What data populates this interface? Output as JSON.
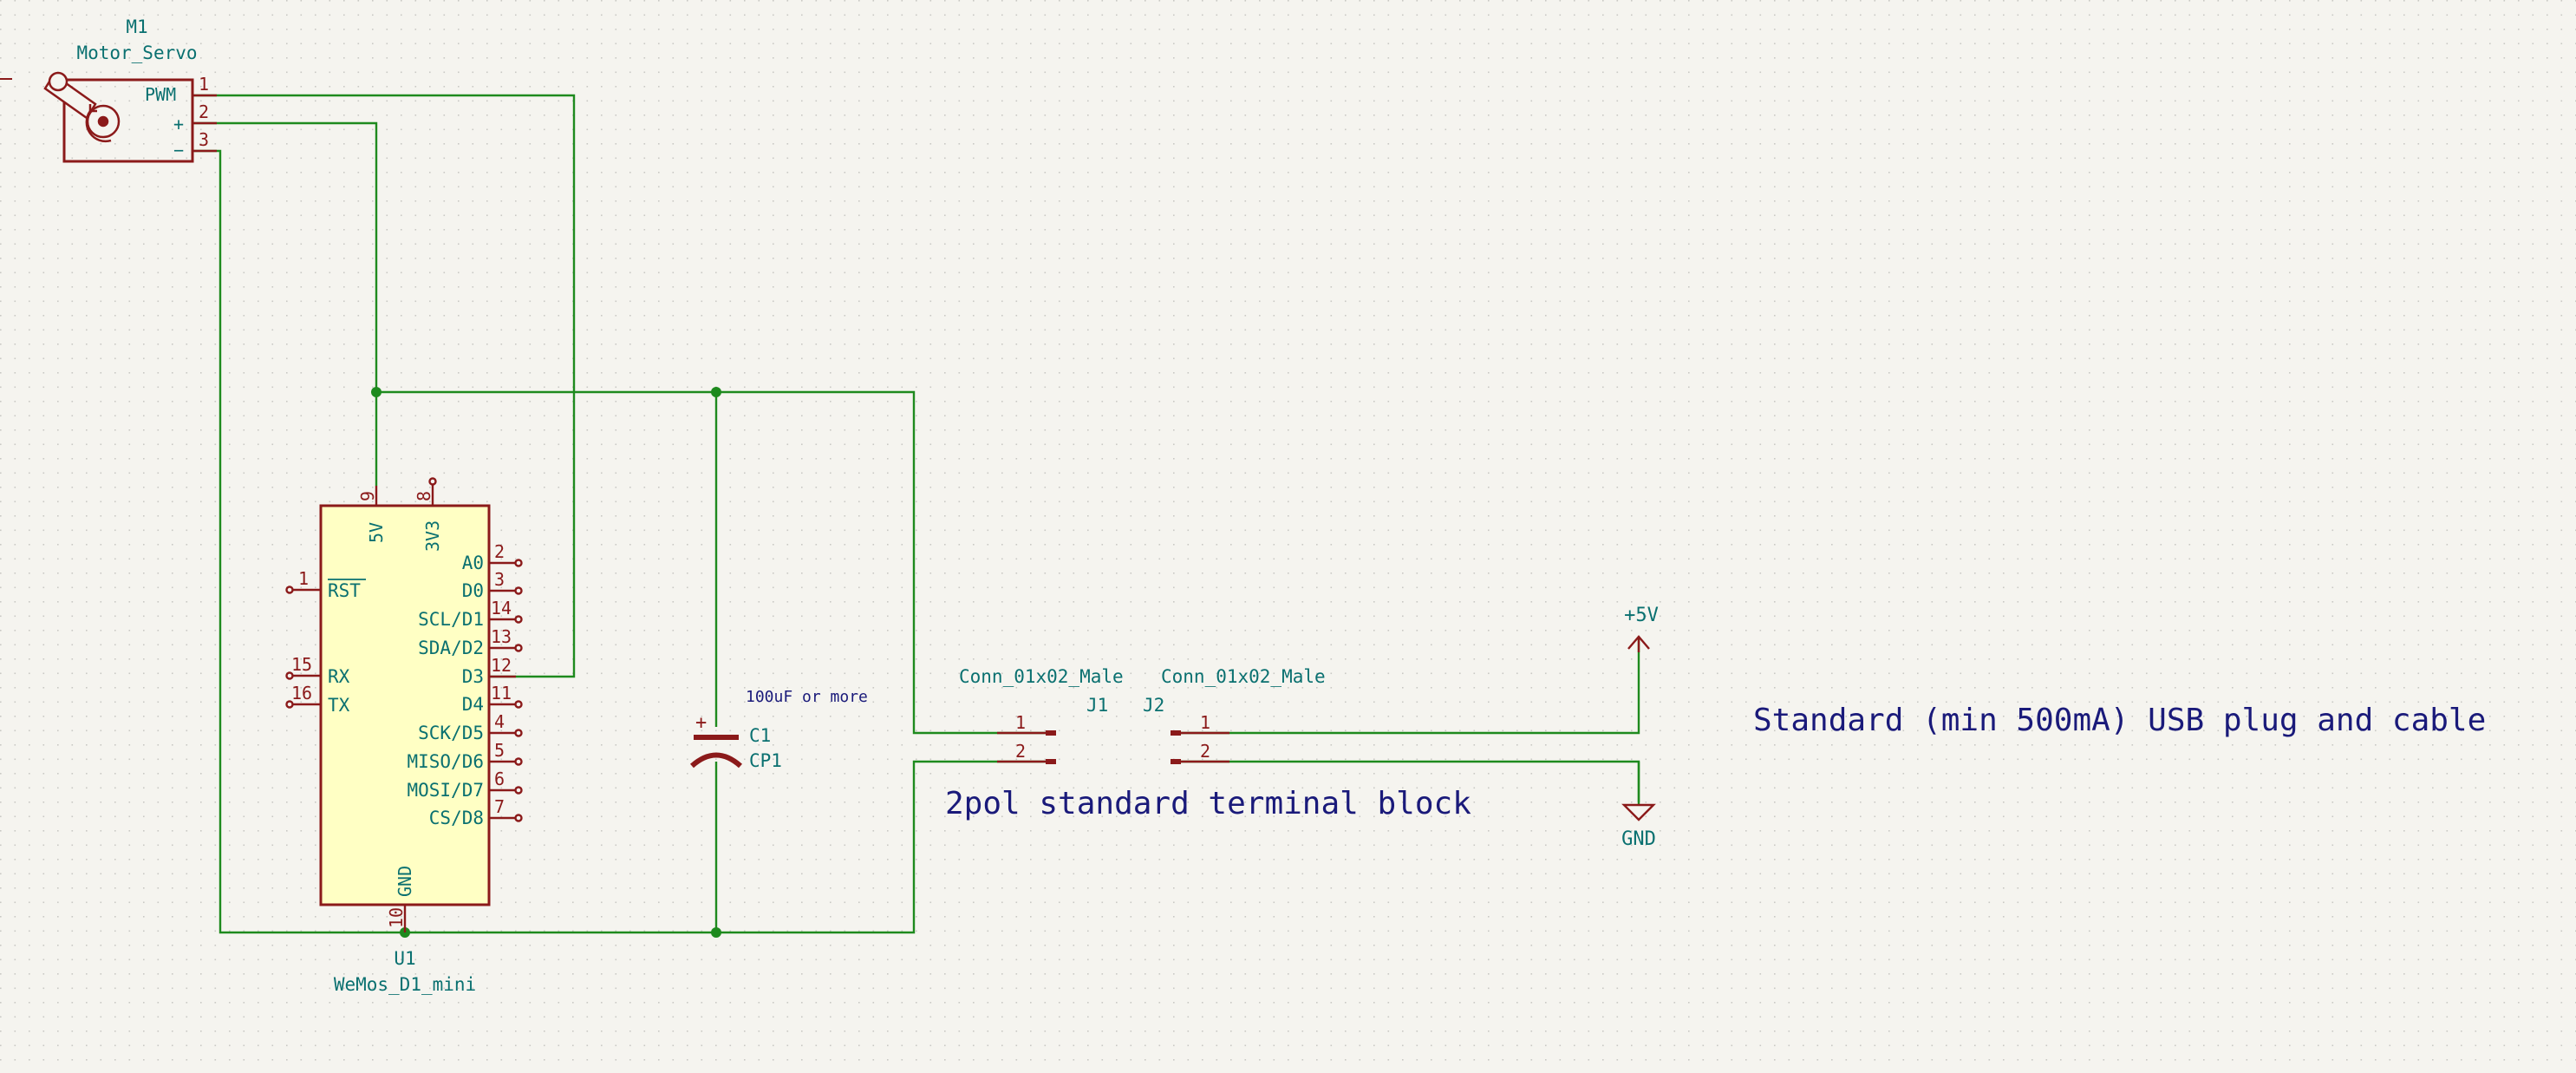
{
  "colors": {
    "background": "#f5f4ef",
    "grid_dot": "#c9c9c4",
    "wire": "#1e8a1e",
    "component": "#8b1a1a",
    "component_fill": "#ffffc4",
    "field_text": "#0a7070",
    "note_text": "#1a1a7a"
  },
  "servo": {
    "reference": "M1",
    "value": "Motor_Servo",
    "pin_labels": {
      "pwm": "PWM",
      "plus": "+",
      "minus": "−"
    },
    "pin_numbers": {
      "pwm": "1",
      "plus": "2",
      "minus": "3"
    }
  },
  "mcu": {
    "reference": "U1",
    "value": "WeMos_D1_mini",
    "top_pins": {
      "v5_name": "5V",
      "v5_num": "9",
      "v33_name": "3V3",
      "v33_num": "8"
    },
    "gnd": {
      "name": "GND",
      "num": "10"
    },
    "left_pins": {
      "rst": {
        "name": "RST",
        "num": "1"
      },
      "rx": {
        "name": "RX",
        "num": "15"
      },
      "tx": {
        "name": "TX",
        "num": "16"
      }
    },
    "right_pins": {
      "a0": {
        "name": "A0",
        "num": "2"
      },
      "d0": {
        "name": "D0",
        "num": "3"
      },
      "d1": {
        "name": "SCL/D1",
        "num": "14"
      },
      "d2": {
        "name": "SDA/D2",
        "num": "13"
      },
      "d3": {
        "name": "D3",
        "num": "12"
      },
      "d4": {
        "name": "D4",
        "num": "11"
      },
      "d5": {
        "name": "SCK/D5",
        "num": "4"
      },
      "d6": {
        "name": "MISO/D6",
        "num": "5"
      },
      "d7": {
        "name": "MOSI/D7",
        "num": "6"
      },
      "d8": {
        "name": "CS/D8",
        "num": "7"
      }
    }
  },
  "capacitor": {
    "reference": "C1",
    "value": "CP1",
    "note": "100uF or more",
    "plus_mark": "+"
  },
  "connectors": {
    "j1": {
      "reference": "J1",
      "value": "Conn_01x02_Male",
      "pin1": "1",
      "pin2": "2"
    },
    "j2": {
      "reference": "J2",
      "value": "Conn_01x02_Male",
      "pin1": "1",
      "pin2": "2"
    }
  },
  "power": {
    "vcc_label": "+5V",
    "gnd_label": "GND"
  },
  "notes": {
    "terminal_block": "2pol standard terminal block",
    "usb": "Standard (min 500mA) USB plug and cable"
  }
}
